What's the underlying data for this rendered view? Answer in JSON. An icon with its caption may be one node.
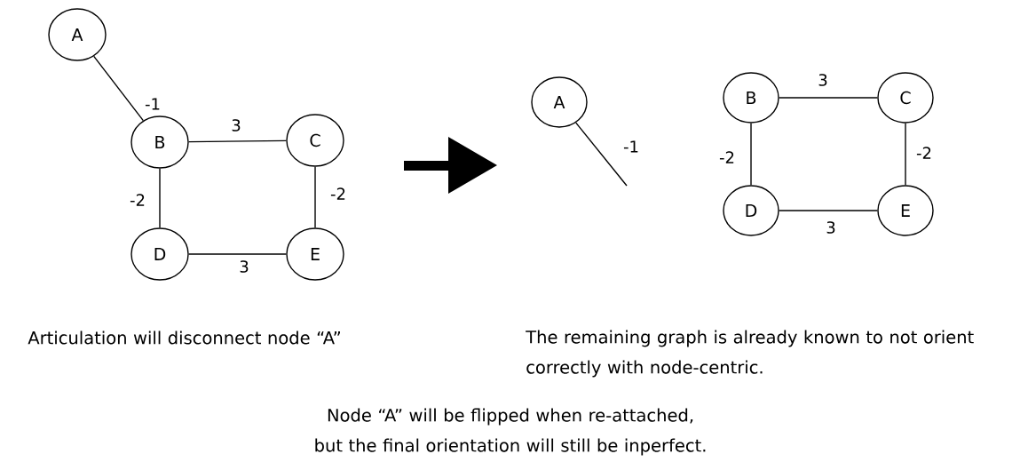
{
  "diagram": {
    "nodes": [
      {
        "text": [
          "A"
        ]
      },
      {
        "text": [
          "B"
        ]
      },
      {
        "text": [
          "C"
        ]
      },
      {
        "text": [
          "D"
        ]
      },
      {
        "text": [
          "E"
        ]
      },
      {
        "text": [
          "A"
        ]
      },
      {
        "text": [
          "B"
        ]
      },
      {
        "text": [
          "C"
        ]
      },
      {
        "text": [
          "D"
        ]
      },
      {
        "text": [
          "E"
        ]
      }
    ],
    "edges": [
      {
        "from": 0,
        "to": 1,
        "arrow": "none",
        "label": "-1"
      },
      {
        "from": 1,
        "to": 2,
        "arrow": "none",
        "label": "3"
      },
      {
        "from": 1,
        "to": 3,
        "arrow": "none",
        "label": "-2"
      },
      {
        "from": 2,
        "to": 4,
        "arrow": "none",
        "label": "-2"
      },
      {
        "from": 3,
        "to": 4,
        "arrow": "none",
        "label": "3"
      },
      {
        "from": 5,
        "to": null,
        "arrow": "none",
        "label": "-1"
      },
      {
        "from": 6,
        "to": 7,
        "arrow": "none",
        "label": "3"
      },
      {
        "from": 6,
        "to": 8,
        "arrow": "none",
        "label": "-2"
      },
      {
        "from": 7,
        "to": 9,
        "arrow": "none",
        "label": "-2"
      },
      {
        "from": 8,
        "to": 9,
        "arrow": "none",
        "label": "3"
      }
    ],
    "labels": [
      "Articulation will disconnect node “A”",
      "The remaining graph is already known to not orient correctly with node-centric.",
      "Node “A” will be flipped when re-attached, but the final orientation will still be inperfect."
    ]
  }
}
